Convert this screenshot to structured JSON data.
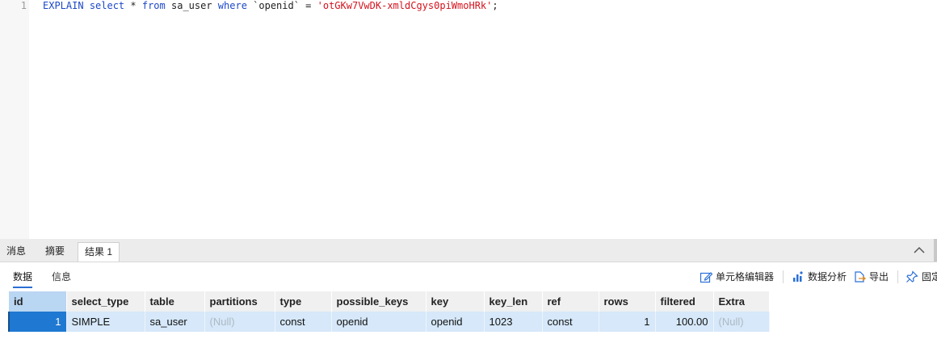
{
  "editor": {
    "line_number": "1",
    "sql": {
      "kw1": "EXPLAIN",
      "kw2": "select",
      "t1": " * ",
      "kw3": "from",
      "t2": " sa_user ",
      "kw4": "where",
      "t3": " `openid` = ",
      "str": "'otGKw7VwDK-xmldCgys0piWmoHRk'",
      "t4": ";"
    }
  },
  "tabs": [
    {
      "label": "消息"
    },
    {
      "label": "摘要"
    },
    {
      "label": "结果 1",
      "active": true
    }
  ],
  "subtabs": [
    {
      "label": "数据",
      "active": true
    },
    {
      "label": "信息"
    }
  ],
  "toolbar": {
    "cell_editor": "单元格编辑器",
    "data_analysis": "数据分析",
    "export": "导出",
    "pin": "固定"
  },
  "grid": {
    "columns": [
      "id",
      "select_type",
      "table",
      "partitions",
      "type",
      "possible_keys",
      "key",
      "key_len",
      "ref",
      "rows",
      "filtered",
      "Extra"
    ],
    "rows": [
      [
        "1",
        "SIMPLE",
        "sa_user",
        "(Null)",
        "const",
        "openid",
        "openid",
        "1023",
        "const",
        "1",
        "100.00",
        "(Null)"
      ]
    ]
  },
  "colors": {
    "keyword": "#1c48c8",
    "string": "#d2141e",
    "selected_row": "#d6e8f9",
    "selected_cell": "#1f78d1"
  }
}
